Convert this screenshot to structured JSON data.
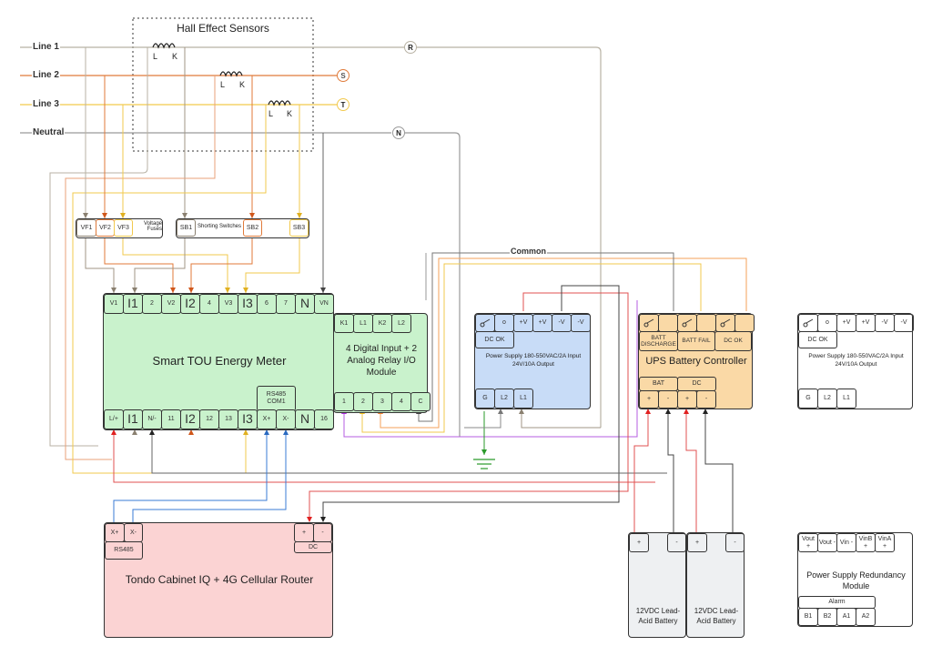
{
  "title": "Hall Effect Sensors",
  "lines": [
    {
      "label": "Line 1",
      "terminal": "R",
      "color": "#b8b2a4"
    },
    {
      "label": "Line 2",
      "terminal": "S",
      "color": "#e07a3a"
    },
    {
      "label": "Line 3",
      "terminal": "T",
      "color": "#f2c94c"
    },
    {
      "label": "Neutral",
      "terminal": "N",
      "color": "#9a9a9a"
    }
  ],
  "sensor_coil_labels": {
    "l": "L",
    "k": "K"
  },
  "common_label": "Common",
  "voltage_fuses": {
    "cells": [
      "VF1",
      "VF2",
      "VF3"
    ],
    "label": "Voltage Fuses"
  },
  "shorting_switches": {
    "cells": [
      "SB1",
      "SB2",
      "SB3"
    ],
    "label": "Shorting Switches"
  },
  "energy_meter": {
    "title": "Smart TOU Energy Meter",
    "top_terminals": [
      "V1",
      "I1",
      "2",
      "V2",
      "I2",
      "4",
      "V3",
      "I3",
      "6",
      "7",
      "N",
      "VN"
    ],
    "bottom_terminals": [
      "L/+",
      "I1",
      "N/-",
      "11",
      "I2",
      "12",
      "13",
      "I3",
      "X+",
      "X-",
      "N",
      "16"
    ],
    "rs485_label": "RS485 COM1"
  },
  "io_module": {
    "title": "4 Digital Input + 2 Analog Relay I/O Module",
    "top_terminals": [
      "K1",
      "L1",
      "K2",
      "L2"
    ],
    "bottom_terminals": [
      "1",
      "2",
      "3",
      "4",
      "C"
    ]
  },
  "power_supply_1": {
    "title": "Power Supply 180-550VAC/2A Input 24V/10A Output",
    "top_terminals": [
      "switch",
      "o",
      "+V",
      "+V",
      "-V",
      "-V"
    ],
    "dc_ok_label": "DC OK",
    "bottom_terminals": [
      "G",
      "L2",
      "L1"
    ]
  },
  "ups_controller": {
    "title": "UPS Battery Controller",
    "relay_groups": [
      "BATT DISCHARGE",
      "BATT FAIL",
      "DC OK"
    ],
    "bat_label": "BAT",
    "dc_label": "DC",
    "bottom_terminals": [
      "+",
      "-",
      "+",
      "-"
    ]
  },
  "power_supply_2": {
    "title": "Power Supply 180-550VAC/2A Input 24V/10A Output",
    "top_terminals": [
      "switch",
      "o",
      "+V",
      "+V",
      "-V",
      "-V"
    ],
    "dc_ok_label": "DC OK",
    "bottom_terminals": [
      "G",
      "L2",
      "L1"
    ]
  },
  "router": {
    "title": "Tondo Cabinet IQ + 4G Cellular Router",
    "rs485_terminals": [
      "X+",
      "X-"
    ],
    "rs485_label": "RS485",
    "dc_terminals": [
      "+",
      "-"
    ],
    "dc_label": "DC"
  },
  "batteries": [
    {
      "label": "12VDC Lead-Acid Battery",
      "terminals": [
        "+",
        "-"
      ]
    },
    {
      "label": "12VDC Lead-Acid Battery",
      "terminals": [
        "+",
        "-"
      ]
    }
  ],
  "redundancy_module": {
    "title": "Power Supply Redundancy Module",
    "top_terminals": [
      "Vout +",
      "Vout -",
      "Vin -",
      "VinB +",
      "VinA +"
    ],
    "alarm_label": "Alarm",
    "alarm_terminals": [
      "B1",
      "B2",
      "A1",
      "A2"
    ]
  }
}
